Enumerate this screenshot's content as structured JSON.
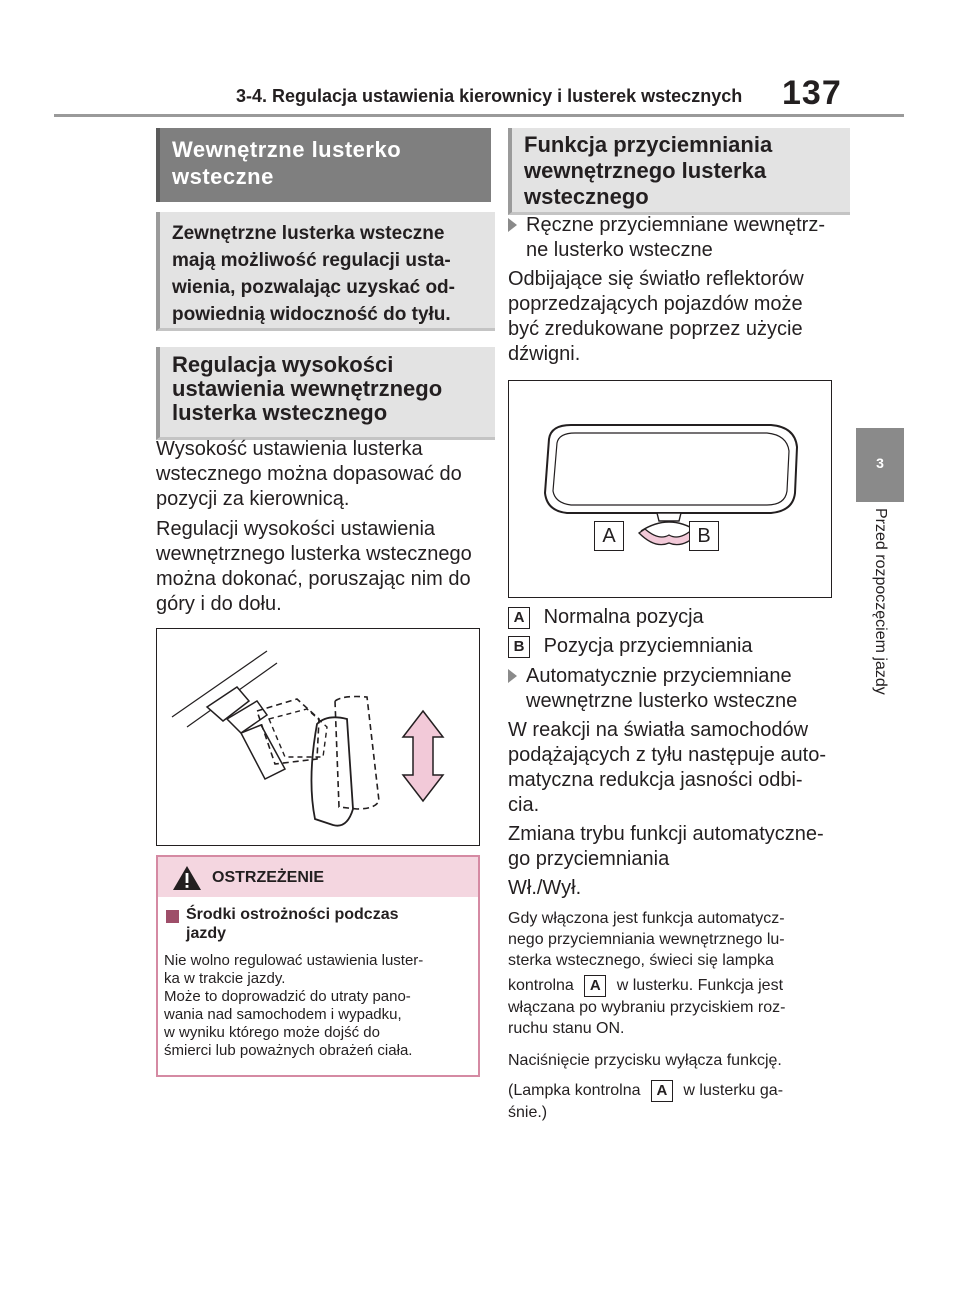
{
  "header": {
    "title": "3-4. Regulacja ustawienia kierownicy i lusterek wstecznych",
    "page_number": "137"
  },
  "side_tab": {
    "chapter_number": "3",
    "chapter_label": "Przed rozpoczęciem jazdy"
  },
  "left_column": {
    "section_title_lines": [
      "Wewnętrzne lusterko",
      "wsteczne"
    ],
    "intro_lines": [
      "Zewnętrzne lusterka wsteczne",
      "mają możliwość regulacji usta-",
      "wienia, pozwalając uzyskać od-",
      "powiednią widoczność do tyłu."
    ],
    "subsection_title_lines": [
      "Regulacja wysokości",
      "ustawienia wewnętrznego",
      "lusterka wstecznego"
    ],
    "para1_lines": [
      "Wysokość ustawienia lusterka",
      "wstecznego można dopasować do",
      "pozycji za kierownicą."
    ],
    "para2_lines": [
      "Regulacji wysokości ustawienia",
      "wewnętrznego lusterka wstecznego",
      "można dokonać, poruszając nim do",
      "góry i do dołu."
    ]
  },
  "warning": {
    "title": "OSTRZEŻENIE",
    "subtitle_lines": [
      "Środki ostrożności podczas",
      "jazdy"
    ],
    "body_lines": [
      "Nie wolno regulować ustawienia luster-",
      "ka w trakcie jazdy.",
      "Może to doprowadzić do utraty pano-",
      "wania nad samochodem i wypadku,",
      "w wyniku którego może dojść do",
      "śmierci lub poważnych obrażeń ciała."
    ]
  },
  "right_column": {
    "section_title_lines": [
      "Funkcja przyciemniania",
      "wewnętrznego lusterka",
      "wstecznego"
    ],
    "bullet1_lines": [
      "Ręczne przyciemniane wewnętrz-",
      "ne lusterko wsteczne"
    ],
    "para1_lines": [
      "Odbijające się światło reflektorów",
      "poprzedzających pojazdów może",
      "być zredukowane poprzez użycie",
      "dźwigni."
    ],
    "figure_keys": [
      "A",
      "B"
    ],
    "legend": [
      {
        "key": "A",
        "label": "Normalna pozycja"
      },
      {
        "key": "B",
        "label": "Pozycja przyciemniania"
      }
    ],
    "bullet2_lines": [
      "Automatycznie przyciemniane",
      "wewnętrzne lusterko wsteczne"
    ],
    "para2_lines": [
      "W reakcji na światła samochodów",
      "podążających z tyłu następuje auto-",
      "matyczna redukcja jasności odbi-",
      "cia."
    ],
    "para3_lines": [
      "Zmiana trybu funkcji automatyczne-",
      "go przyciemniania"
    ],
    "onoff": "Wł./Wył.",
    "small1_lines": [
      "Gdy włączona jest funkcja automatycz-",
      "nego przyciemniania wewnętrznego lu-",
      "sterka wstecznego, świeci się lampka"
    ],
    "small1_line4_pre": "kontrolna",
    "small1_line4_key": "A",
    "small1_line4_post": "w lusterku. Funkcja jest",
    "small1_tail_lines": [
      "włączana po wybraniu przyciskiem roz-",
      "ruchu stanu ON."
    ],
    "small2": "Naciśnięcie przycisku wyłącza funkcję.",
    "small3_pre": "(Lampka kontrolna",
    "small3_key": "A",
    "small3_post": "w lusterku ga-",
    "small3_tail": "śnie.)"
  }
}
